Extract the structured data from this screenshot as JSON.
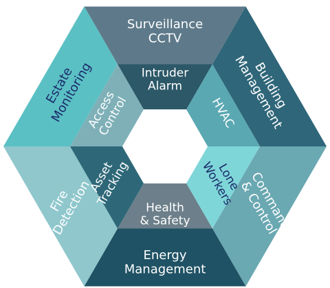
{
  "outer_segments": [
    {
      "id": "top",
      "lines": [
        "Surveillance",
        "CCTV"
      ],
      "fill": "#5e7a8a",
      "text_color": "#ffffff"
    },
    {
      "id": "upper-right",
      "lines": [
        "Building",
        "Management"
      ],
      "fill": "#2f6679",
      "text_color": "#ffffff"
    },
    {
      "id": "lower-right",
      "lines": [
        "Command",
        "& Control"
      ],
      "fill": "#6aa8b2",
      "text_color": "#ffffff"
    },
    {
      "id": "bottom",
      "lines": [
        "Energy",
        "Management"
      ],
      "fill": "#1f5264",
      "text_color": "#ffffff"
    },
    {
      "id": "lower-left",
      "lines": [
        "Fire",
        "Detection"
      ],
      "fill": "#8fc7cc",
      "text_color": "#ffffff"
    },
    {
      "id": "upper-left",
      "lines": [
        "Estate",
        "Monitoring"
      ],
      "fill": "#5bc0c4",
      "text_color": "#1a2a6a"
    }
  ],
  "inner_segments": [
    {
      "id": "top",
      "lines": [
        "Intruder",
        "Alarm"
      ],
      "fill": "#2c5868",
      "text_color": "#ffffff"
    },
    {
      "id": "upper-right",
      "lines": [
        "HVAC"
      ],
      "fill": "#5aa8b2",
      "text_color": "#ffffff"
    },
    {
      "id": "lower-right",
      "lines": [
        "Lone",
        "Workers"
      ],
      "fill": "#7fd6d8",
      "text_color": "#1a2a6a"
    },
    {
      "id": "bottom",
      "lines": [
        "Health",
        "& Safety"
      ],
      "fill": "#6c7f8a",
      "text_color": "#ffffff"
    },
    {
      "id": "lower-left",
      "lines": [
        "Asset",
        "Tracking"
      ],
      "fill": "#2e6878",
      "text_color": "#ffffff"
    },
    {
      "id": "upper-left",
      "lines": [
        "Access",
        "Control"
      ],
      "fill": "#7fb0b8",
      "text_color": "#ffffff"
    }
  ],
  "center_fill": "#ffffff"
}
